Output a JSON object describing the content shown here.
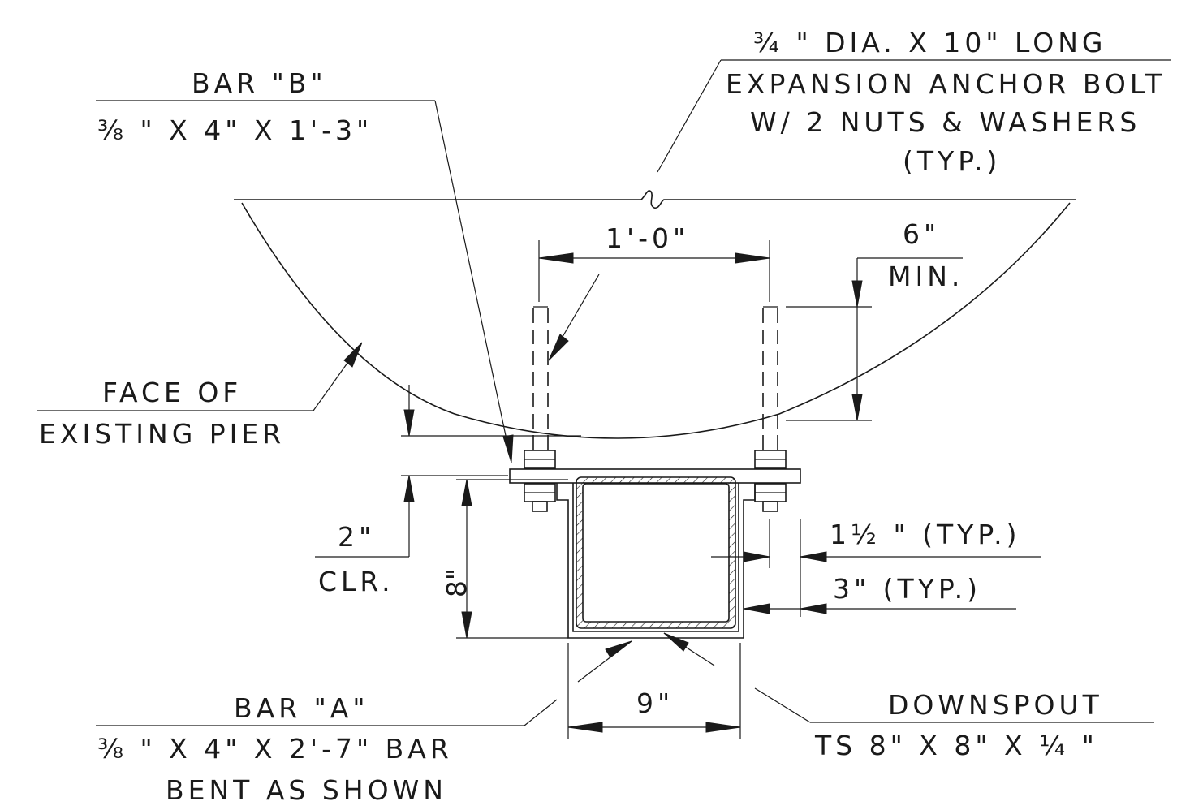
{
  "labels": {
    "anchor_bolt_line1": "¾ \" DIA. X 10\" LONG",
    "anchor_bolt_line2": "EXPANSION ANCHOR BOLT",
    "anchor_bolt_line3": "W/ 2 NUTS & WASHERS",
    "anchor_bolt_line4": "(TYP.)",
    "bar_b_title": "BAR \"B\"",
    "bar_b_size": "⅜ \" X 4\" X 1'-3\"",
    "bolt_spacing": "1'-0\"",
    "embed_top": "6\"",
    "embed_bottom": "MIN.",
    "face_line1": "FACE OF",
    "face_line2": "EXISTING PIER",
    "clearance_top": "2\"",
    "clearance_bottom": "CLR.",
    "depth_dim": "8\"",
    "edge_dist": "1½ \"  (TYP.)",
    "bolt_offset": "3\"  (TYP.)",
    "bar_a_title": "BAR \"A\"",
    "bar_a_size": "⅜ \" X 4\" X 2'-7\" BAR",
    "bar_a_note": "BENT AS SHOWN",
    "width_dim": "9\"",
    "downspout_title": "DOWNSPOUT",
    "downspout_size": "TS 8\" X 8\" X ¼ \""
  }
}
